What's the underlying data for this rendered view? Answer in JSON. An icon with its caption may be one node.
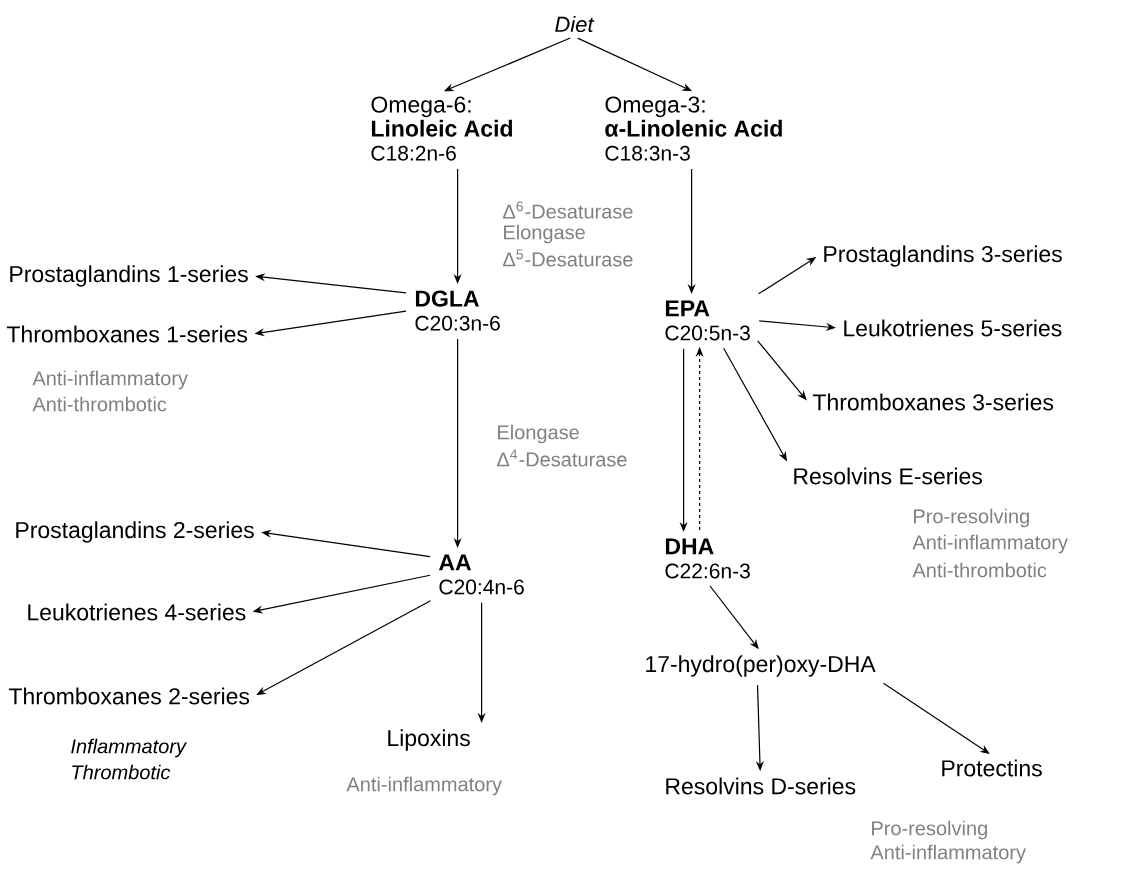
{
  "diagram": {
    "nodes": [
      {
        "text": [
          "Diet"
        ]
      },
      {
        "text": [
          "Omega-6:",
          "Linoleic Acid",
          "C18:2n-6"
        ]
      },
      {
        "text": [
          "Omega-3:",
          "α-Linolenic Acid",
          "C18:3n-3"
        ]
      },
      {
        "text": [
          "DGLA",
          "C20:3n-6"
        ]
      },
      {
        "text": [
          "EPA",
          "C20:5n-3"
        ]
      },
      {
        "text": [
          "Prostaglandins 1-series"
        ]
      },
      {
        "text": [
          "Thromboxanes 1-series"
        ]
      },
      {
        "text": [
          "Prostaglandins 3-series"
        ]
      },
      {
        "text": [
          "Leukotrienes 5-series"
        ]
      },
      {
        "text": [
          "Thromboxanes 3-series"
        ]
      },
      {
        "text": [
          "Resolvins E-series"
        ]
      },
      {
        "text": [
          "AA",
          "C20:4n-6"
        ]
      },
      {
        "text": [
          "Prostaglandins 2-series"
        ]
      },
      {
        "text": [
          "Leukotrienes 4-series"
        ]
      },
      {
        "text": [
          "Thromboxanes 2-series"
        ]
      },
      {
        "text": [
          "Lipoxins"
        ]
      },
      {
        "text": [
          "DHA",
          "C22:6n-3"
        ]
      },
      {
        "text": [
          "17-hydro(per)oxy-DHA"
        ]
      },
      {
        "text": [
          "Resolvins D-series"
        ]
      },
      {
        "text": [
          "Protectins"
        ]
      }
    ],
    "edges": [
      {
        "from": 0,
        "to": 1,
        "arrow": "to"
      },
      {
        "from": 0,
        "to": 2,
        "arrow": "to"
      },
      {
        "from": 1,
        "to": 3,
        "arrow": "to"
      },
      {
        "from": 2,
        "to": 4,
        "arrow": "to"
      },
      {
        "from": 3,
        "to": 5,
        "arrow": "to"
      },
      {
        "from": 3,
        "to": 6,
        "arrow": "to"
      },
      {
        "from": 4,
        "to": 7,
        "arrow": "to"
      },
      {
        "from": 4,
        "to": 8,
        "arrow": "to"
      },
      {
        "from": 4,
        "to": 9,
        "arrow": "to"
      },
      {
        "from": 4,
        "to": 10,
        "arrow": "to"
      },
      {
        "from": 3,
        "to": 11,
        "arrow": "to"
      },
      {
        "from": 11,
        "to": 12,
        "arrow": "to"
      },
      {
        "from": 11,
        "to": 13,
        "arrow": "to"
      },
      {
        "from": 11,
        "to": 14,
        "arrow": "to"
      },
      {
        "from": 11,
        "to": 15,
        "arrow": "to"
      },
      {
        "from": 4,
        "to": 16,
        "arrow": "to"
      },
      {
        "from": 16,
        "to": 4,
        "arrow": "to",
        "style": "dashed"
      },
      {
        "from": 16,
        "to": 17,
        "arrow": "to"
      },
      {
        "from": 17,
        "to": 18,
        "arrow": "to"
      },
      {
        "from": 17,
        "to": 19,
        "arrow": "to"
      }
    ],
    "labels": [
      "Δ$^{6}$-Desaturase",
      "Elongase",
      "Δ$^{5}$-Desaturase",
      "Anti-inflammatory",
      "Anti-thrombotic",
      "Elongase",
      "Δ$^{4}$-Desaturase",
      "Pro-resolving",
      "Anti-inflammatory",
      "Anti-thrombotic",
      "Inflammatory",
      "Thrombotic",
      "Anti-inflammatory",
      "Pro-resolving",
      "Anti-inflammatory"
    ]
  }
}
